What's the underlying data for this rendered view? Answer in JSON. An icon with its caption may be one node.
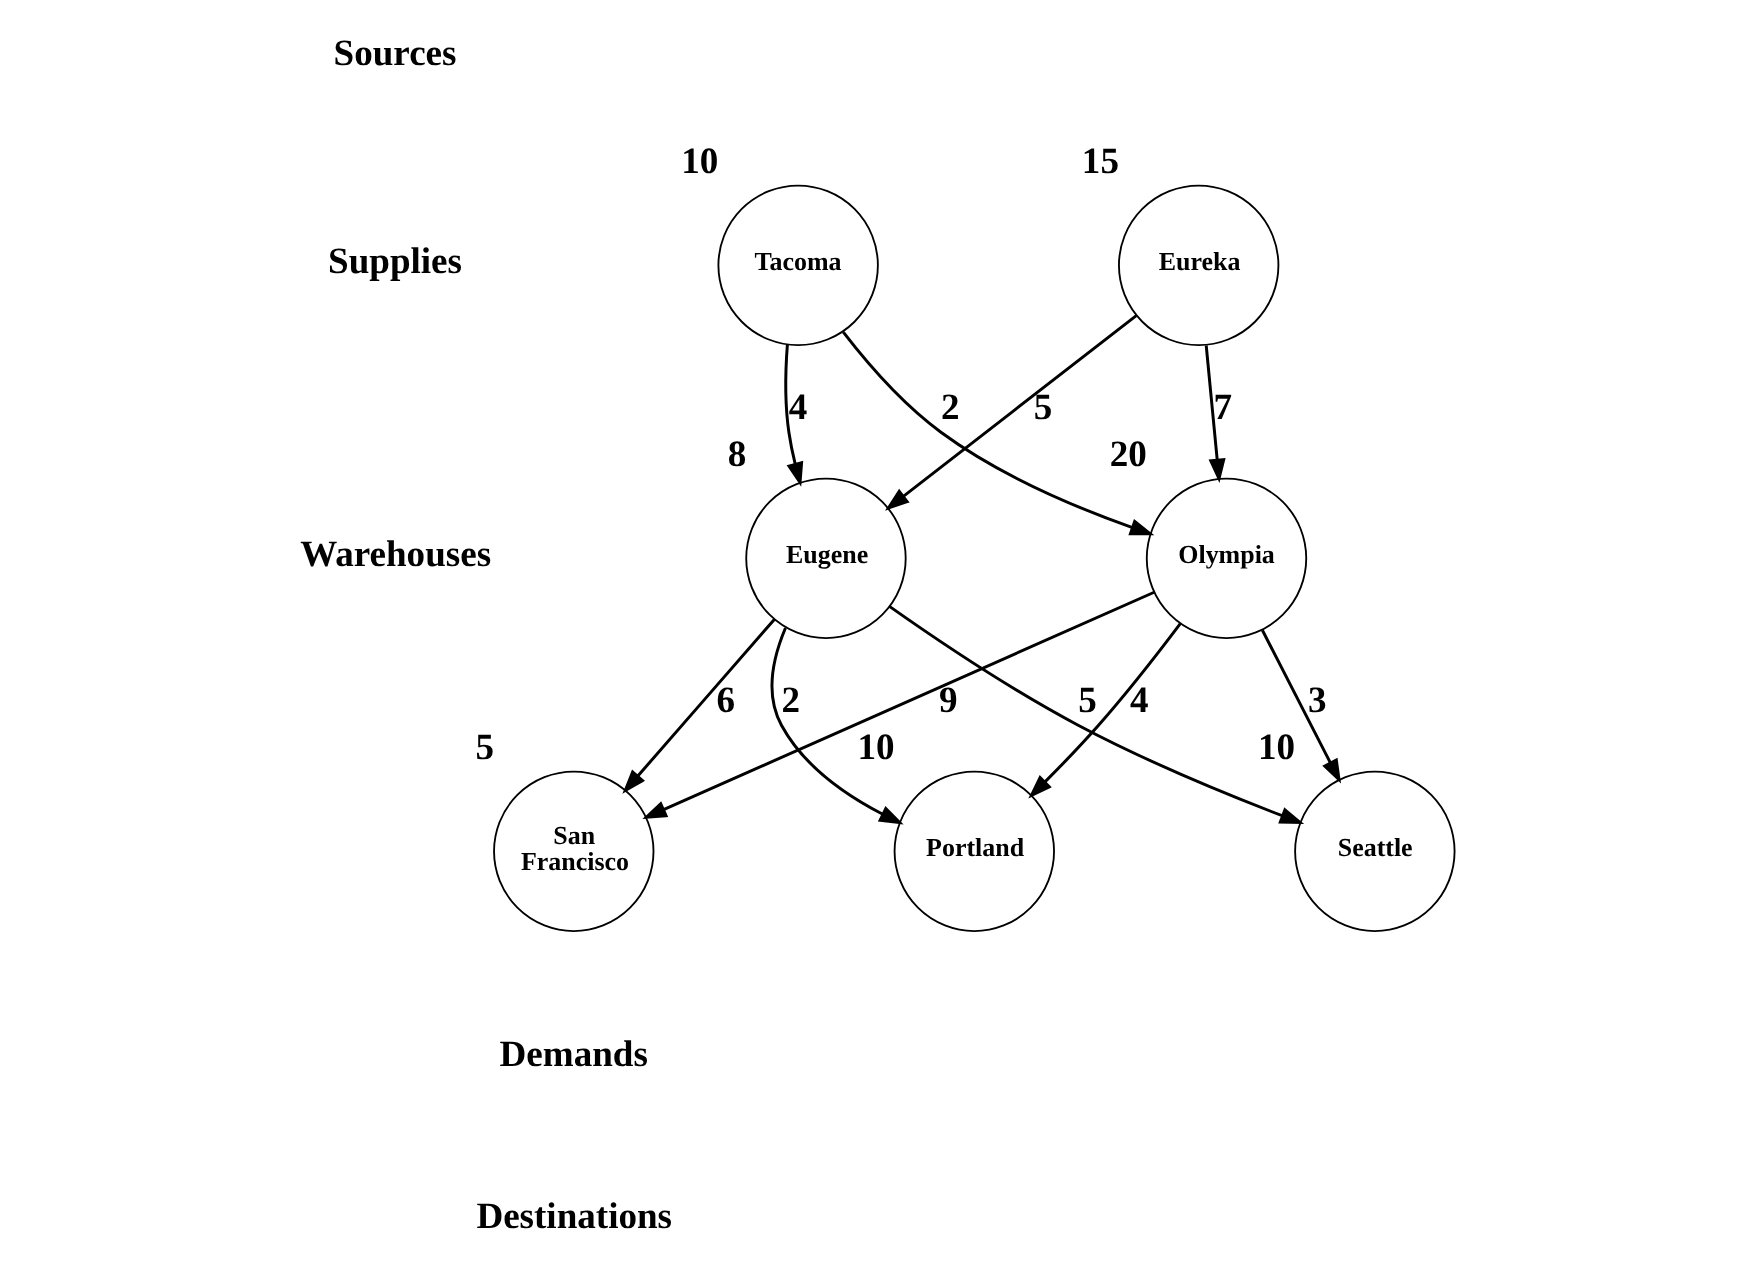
{
  "diagram": {
    "nodes": [
      {
        "text": [
          "Tacoma"
        ],
        "beside": [
          "10"
        ]
      },
      {
        "text": [
          "Eureka"
        ],
        "beside": [
          "15"
        ]
      },
      {
        "text": [
          "Eugene"
        ],
        "beside": [
          "8"
        ]
      },
      {
        "text": [
          "Olympia"
        ],
        "beside": [
          "20"
        ]
      },
      {
        "text": [
          "San Francisco"
        ],
        "beside": [
          "5"
        ]
      },
      {
        "text": [
          "Portland"
        ],
        "beside": [
          "10"
        ]
      },
      {
        "text": [
          "Seattle"
        ],
        "beside": [
          "10"
        ]
      }
    ],
    "edges": [
      {
        "from": 0,
        "to": 2,
        "arrow": "to",
        "label": "4"
      },
      {
        "from": 0,
        "to": 3,
        "arrow": "to",
        "label": "2"
      },
      {
        "from": 1,
        "to": 2,
        "arrow": "to",
        "label": "5"
      },
      {
        "from": 1,
        "to": 3,
        "arrow": "to",
        "label": "7"
      },
      {
        "from": 2,
        "to": 4,
        "arrow": "to",
        "label": "6"
      },
      {
        "from": 2,
        "to": 5,
        "arrow": "to",
        "label": "2"
      },
      {
        "from": 2,
        "to": 6,
        "arrow": "to",
        "label": "5"
      },
      {
        "from": 3,
        "to": 4,
        "arrow": "to",
        "label": "9"
      },
      {
        "from": 3,
        "to": 5,
        "arrow": "to",
        "label": "4"
      },
      {
        "from": 3,
        "to": 6,
        "arrow": "to",
        "label": "3"
      }
    ],
    "labels": [
      "Sources",
      "Supplies",
      "Warehouses",
      "Demands",
      "Destinations"
    ]
  }
}
